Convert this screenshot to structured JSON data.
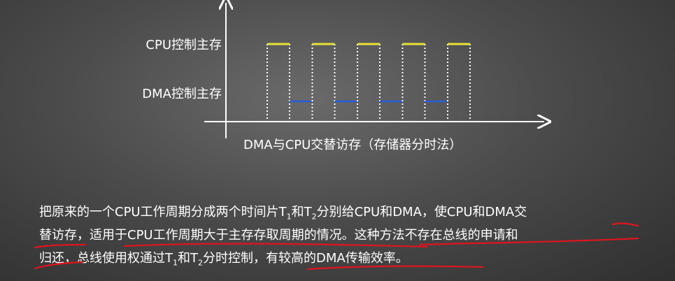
{
  "diagram": {
    "cpu_label": "CPU控制主存",
    "dma_label": "DMA控制主存",
    "caption": "DMA与CPU交替访存（存储器分时法）",
    "cycles": 5,
    "cpu_color": "#e8e236",
    "dma_color": "#2b5cd6"
  },
  "description": {
    "line1_a": "把原来的一个CPU工作周期分成两个时间片T",
    "line1_sub1": "1",
    "line1_b": "和T",
    "line1_sub2": "2",
    "line1_c": "分别给CPU和DMA，使CPU和DMA交",
    "line2": "替访存，适用于CPU工作周期大于主存存取周期的情况。这种方法不存在总线的申请和",
    "line3_a": "归还，总线使用权通过T",
    "line3_sub1": "1",
    "line3_b": "和T",
    "line3_sub2": "2",
    "line3_c": "分时控制，有较高的DMA传输效率。"
  },
  "annotation_color": "#e0141e"
}
